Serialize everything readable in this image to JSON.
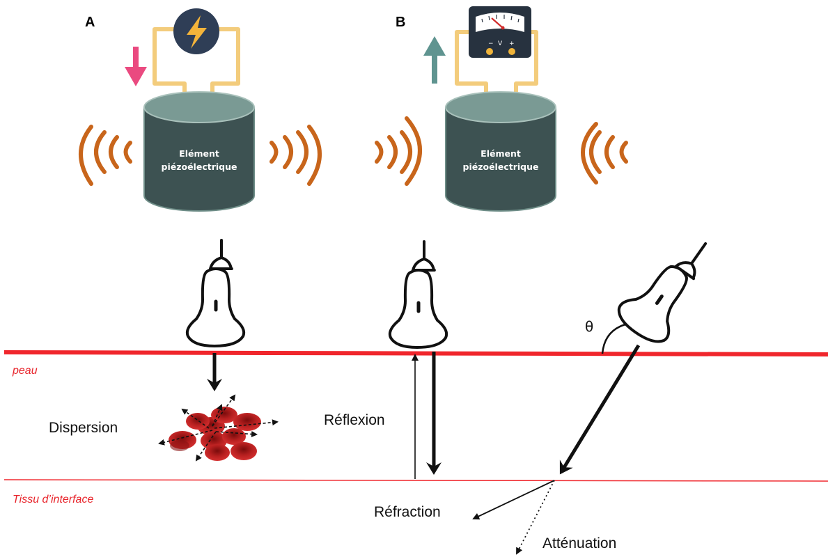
{
  "panels": {
    "a_label": "A",
    "b_label": "B"
  },
  "transducer": {
    "line1": "Elément",
    "line2": "piézoélectrique"
  },
  "meter": {
    "minus": "−",
    "unit": "V",
    "plus": "+"
  },
  "layers": {
    "skin": "peau",
    "interface": "Tissu d’interface"
  },
  "phenomena": {
    "dispersion": "Dispersion",
    "reflexion": "Réflexion",
    "refraction": "Réfraction",
    "attenuation": "Atténuation",
    "angle": "θ"
  },
  "colors": {
    "skin_line": "#f0262c",
    "interface_line": "#f0262c",
    "cylinder": "#3d5252",
    "cylinder_top": "#7a9a94",
    "wire": "#f3cc7c",
    "waves": "#c8651b",
    "down_arrow": "#ea4a80",
    "up_arrow": "#5f9490",
    "blood_cell": "#b01c1c"
  }
}
